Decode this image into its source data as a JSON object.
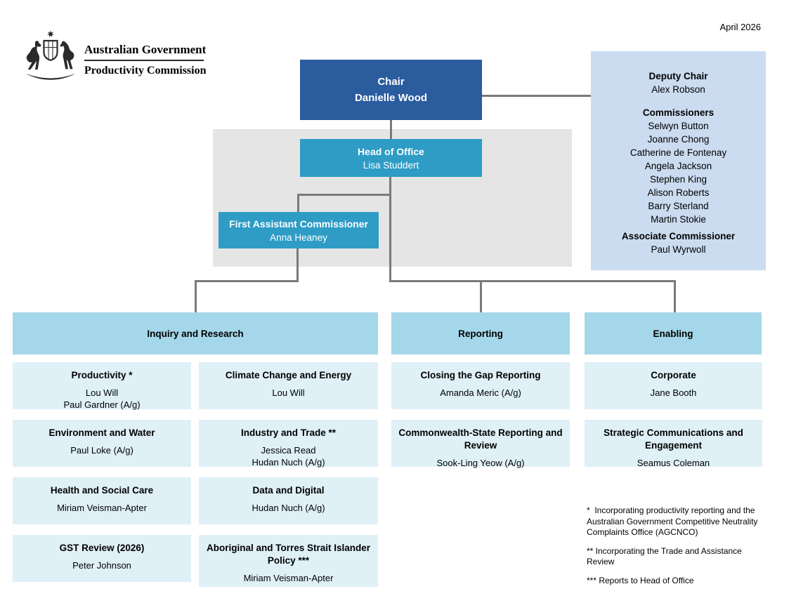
{
  "date_label": "April 2026",
  "logo": {
    "government_label": "Australian Government",
    "agency_label": "Productivity Commission"
  },
  "chair": {
    "title": "Chair",
    "name": "Danielle Wood"
  },
  "commissioners_panel": {
    "deputy_chair_label": "Deputy Chair",
    "deputy_chair_name": "Alex Robson",
    "commissioners_label": "Commissioners",
    "commissioners": [
      "Selwyn Button",
      "Joanne Chong",
      "Catherine de Fontenay",
      "Angela Jackson",
      "Stephen King",
      "Alison Roberts",
      "Barry Sterland",
      "Martin Stokie"
    ],
    "associate_commissioner_label": "Associate Commissioner",
    "associate_commissioner_name": "Paul Wyrwoll"
  },
  "head_of_office": {
    "title": "Head of Office",
    "name": "Lisa Studdert"
  },
  "first_assistant_commissioner": {
    "title": "First Assistant Commissioner",
    "name": "Anna Heaney"
  },
  "groups": {
    "inquiry_research": "Inquiry and Research",
    "reporting": "Reporting",
    "enabling": "Enabling"
  },
  "divisions": {
    "productivity": {
      "title": "Productivity *",
      "names": [
        "Lou Will",
        "Paul Gardner (A/g)"
      ]
    },
    "climate": {
      "title": "Climate Change and Energy",
      "names": [
        "Lou Will"
      ]
    },
    "closing_gap": {
      "title": "Closing the Gap Reporting",
      "names": [
        "Amanda Meric (A/g)"
      ]
    },
    "corporate": {
      "title": "Corporate",
      "names": [
        "Jane Booth"
      ]
    },
    "environment": {
      "title": "Environment and Water",
      "names": [
        "Paul Loke (A/g)"
      ]
    },
    "industry": {
      "title": "Industry and Trade **",
      "names": [
        "Jessica Read",
        "Hudan Nuch (A/g)"
      ]
    },
    "cw_state": {
      "title": "Commonwealth-State Reporting and Review",
      "names": [
        "Sook-Ling Yeow (A/g)"
      ]
    },
    "stratcomms": {
      "title": "Strategic Communications and Engagement",
      "names": [
        "Seamus Coleman"
      ]
    },
    "health": {
      "title": "Health and Social Care",
      "names": [
        "Miriam Veisman-Apter"
      ]
    },
    "data_digital": {
      "title": "Data and Digital",
      "names": [
        "Hudan Nuch (A/g)"
      ]
    },
    "gst": {
      "title": "GST Review (2026)",
      "names": [
        "Peter Johnson"
      ]
    },
    "atsi": {
      "title": "Aboriginal and Torres Strait Islander Policy ***",
      "names": [
        "Miriam Veisman-Apter"
      ]
    }
  },
  "footnotes": [
    "*  Incorporating productivity reporting and the Australian Government Competitive Neutrality Complaints Office (AGCNCO)",
    "** Incorporating the Trade and Assistance Review",
    "*** Reports to Head of Office"
  ],
  "colors": {
    "chair_blue": "#2A5C9E",
    "teal_blue": "#2E9CC5",
    "group_header_blue": "#A4D7E9",
    "division_light_blue": "#DFF0F7",
    "commissioners_panel_blue": "#CBDCF0",
    "background_gray": "#E5E5E5",
    "connector_gray": "#7A7A7A"
  }
}
